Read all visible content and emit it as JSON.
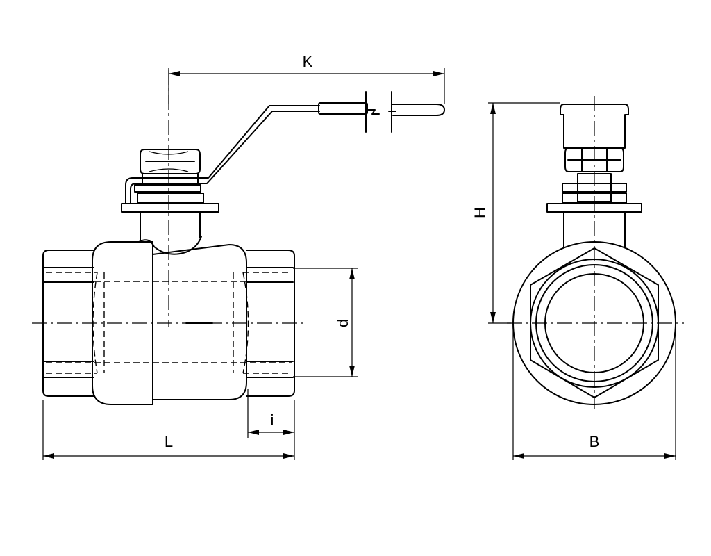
{
  "labels": {
    "K": "K",
    "H": "H",
    "d": "d",
    "i": "i",
    "L": "L",
    "B": "B"
  }
}
